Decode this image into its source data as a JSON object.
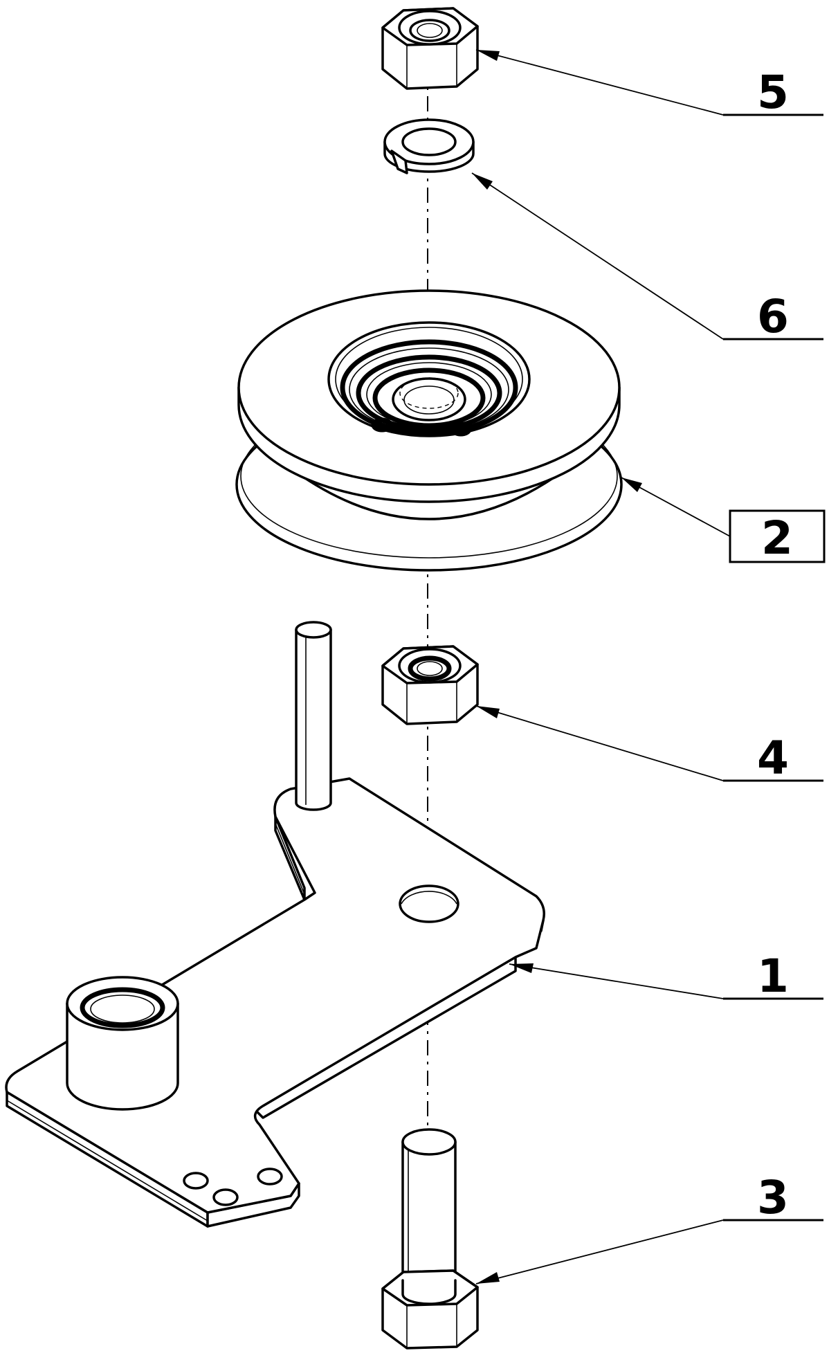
{
  "callouts": [
    {
      "id": "5",
      "label": "5",
      "boxed": false
    },
    {
      "id": "6",
      "label": "6",
      "boxed": false
    },
    {
      "id": "2",
      "label": "2",
      "boxed": true
    },
    {
      "id": "4",
      "label": "4",
      "boxed": false
    },
    {
      "id": "1",
      "label": "1",
      "boxed": false
    },
    {
      "id": "3",
      "label": "3",
      "boxed": false
    }
  ],
  "colors": {
    "line": "#000000",
    "background": "#ffffff"
  }
}
